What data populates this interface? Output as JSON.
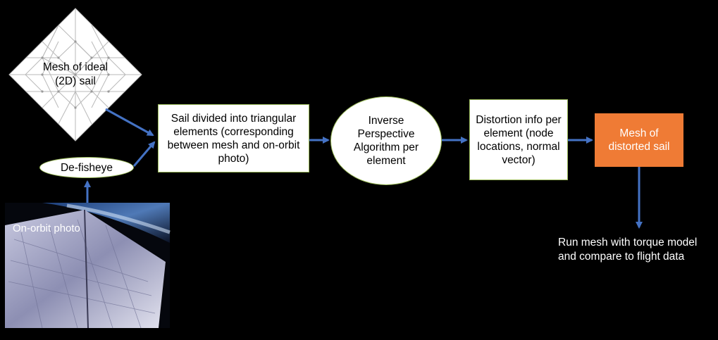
{
  "mesh_ideal": {
    "line1": "Mesh of ideal",
    "line2": "(2D) sail"
  },
  "defisheye": {
    "label": "De-fisheye"
  },
  "photo": {
    "label": "On-orbit photo"
  },
  "sail_divided": {
    "label": "Sail divided into triangular elements (corresponding between mesh and on-orbit photo)"
  },
  "inverse": {
    "label": "Inverse Perspective Algorithm per element"
  },
  "distortion": {
    "label": "Distortion info per element (node locations, normal vector)"
  },
  "mesh_distorted": {
    "label": "Mesh of distorted sail"
  },
  "result": {
    "line1": "Run mesh with torque model",
    "line2": "and compare to flight data"
  },
  "colors": {
    "arrow": "#4472c4",
    "box_border": "#9bbb59",
    "orange": "#ef7b35"
  }
}
